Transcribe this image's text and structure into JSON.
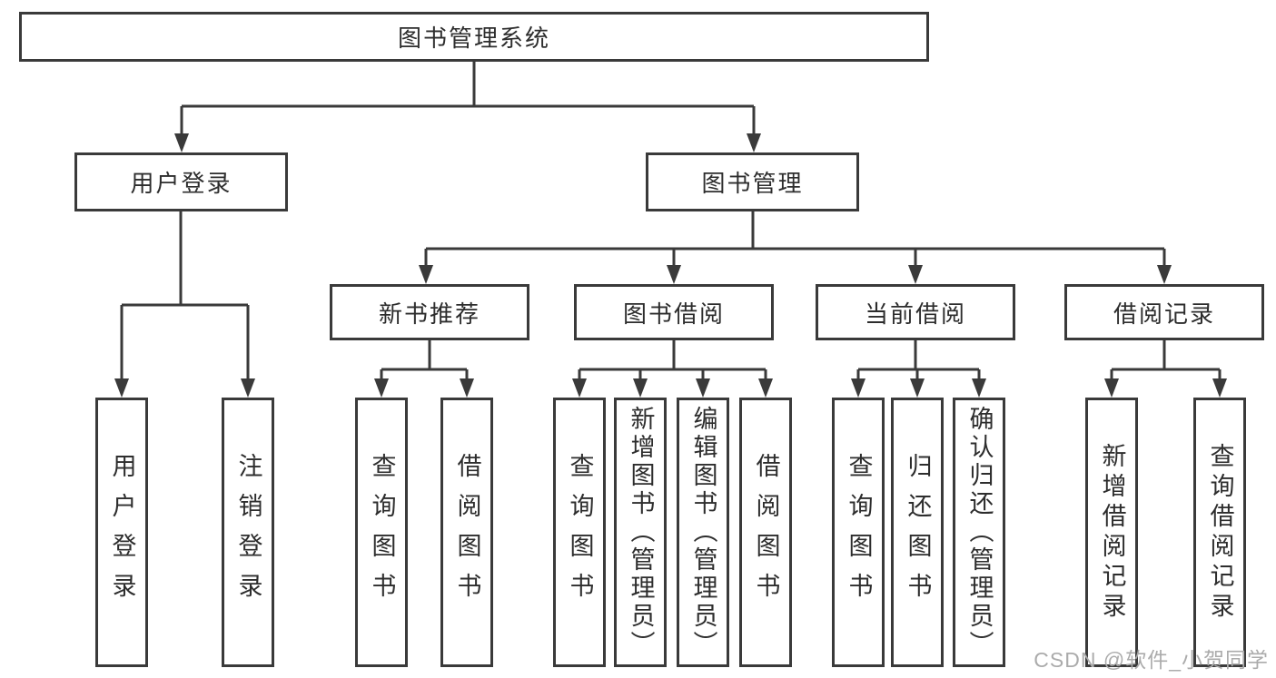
{
  "colors": {
    "line": "#3a3a3a",
    "box_border": "#3a3a3a",
    "text": "#2d2d2d",
    "watermark": "#ababab",
    "background": "#ffffff"
  },
  "watermark": {
    "text": "CSDN @软件_小贺同学"
  },
  "diagram": {
    "root": {
      "label": "图书管理系统"
    },
    "branches": [
      {
        "label": "用户登录",
        "children": [
          {
            "label": "用户登录"
          },
          {
            "label": "注销登录"
          }
        ]
      },
      {
        "label": "图书管理",
        "children": [
          {
            "label": "新书推荐",
            "children": [
              {
                "label": "查询图书"
              },
              {
                "label": "借阅图书"
              }
            ]
          },
          {
            "label": "图书借阅",
            "children": [
              {
                "label": "查询图书"
              },
              {
                "label": "新增图书（管理员）"
              },
              {
                "label": "编辑图书（管理员）"
              },
              {
                "label": "借阅图书"
              }
            ]
          },
          {
            "label": "当前借阅",
            "children": [
              {
                "label": "查询图书"
              },
              {
                "label": "归还图书"
              },
              {
                "label": "确认归还（管理员）"
              }
            ]
          },
          {
            "label": "借阅记录",
            "children": [
              {
                "label": "新增借阅记录"
              },
              {
                "label": "查询借阅记录"
              }
            ]
          }
        ]
      }
    ]
  }
}
